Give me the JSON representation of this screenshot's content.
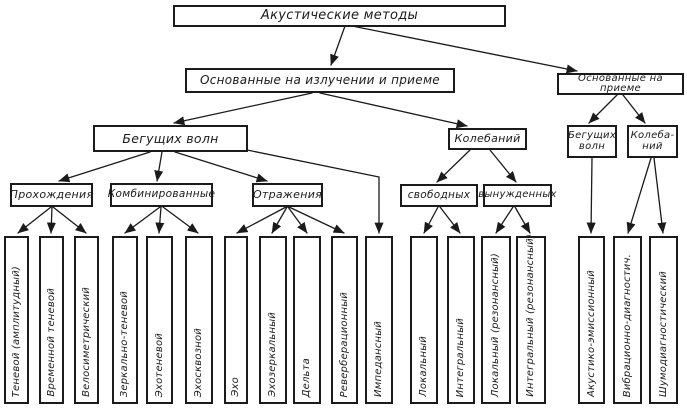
{
  "colors": {
    "background": "#ffffff",
    "ink": "#1b1b1b"
  },
  "diagram": {
    "root": "Акустические методы",
    "nodes": {
      "emission_reception": "Основанные на излучении и приеме",
      "reception": "Основанные на приеме",
      "traveling_waves": "Бегущих волн",
      "oscillations": "Колебаний",
      "traveling_waves_passive": "Бегущих\nволн",
      "oscillations_passive": "Колеба-\nний",
      "transmission": "Прохождения",
      "combined": "Комбинированные",
      "reflection": "Отражения",
      "free": "свободных",
      "forced": "вынужденных"
    },
    "leaves": [
      "Теневой (амплитудный)",
      "Временной теневой",
      "Велосиметрический",
      "Зеркально-теневой",
      "Эхотеневой",
      "Эхосквозной",
      "Эхо",
      "Эхозеркальный",
      "Дельта",
      "Реверберационный",
      "Импедансный",
      "Локальный",
      "Интегральный",
      "Локальный (резонансный)",
      "Интегральный (резонансный)",
      "Акустико-эмиссионный",
      "Вибрационно-диагностич.",
      "Шумодиагностический"
    ]
  }
}
